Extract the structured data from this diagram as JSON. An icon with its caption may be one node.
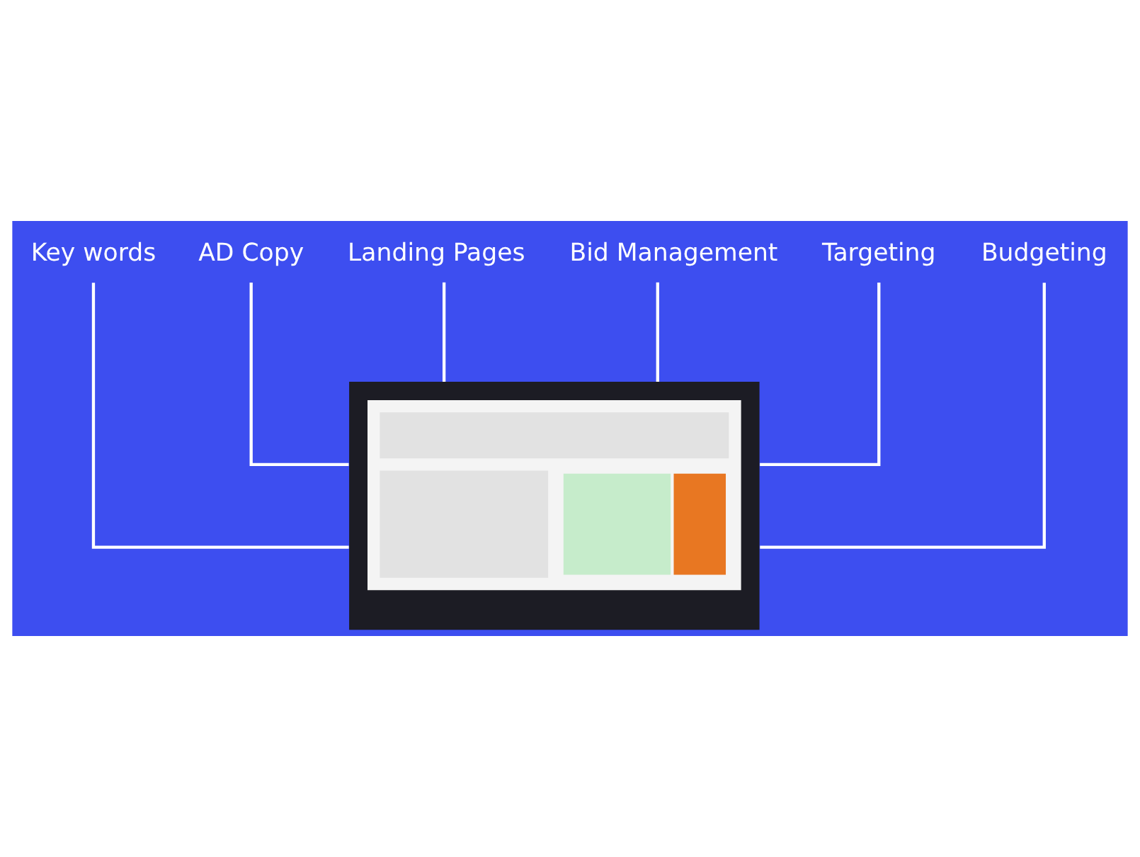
{
  "diagram": {
    "nodes": [
      {
        "text": [
          "Key words"
        ]
      },
      {
        "text": [
          "AD Copy"
        ]
      },
      {
        "text": [
          "Landing Pages"
        ]
      },
      {
        "text": [
          "Bid Management"
        ]
      },
      {
        "text": [
          "Targeting"
        ]
      },
      {
        "text": [
          "Budgeting"
        ]
      },
      {
        "text": [],
        "shape": "picture"
      }
    ],
    "edges": [
      {
        "from": 6,
        "to": 0,
        "arrow": "none"
      },
      {
        "from": 6,
        "to": 1,
        "arrow": "none"
      },
      {
        "from": 6,
        "to": 2,
        "arrow": "none"
      },
      {
        "from": 6,
        "to": 3,
        "arrow": "none"
      },
      {
        "from": 6,
        "to": 4,
        "arrow": "none"
      },
      {
        "from": 6,
        "to": 5,
        "arrow": "none"
      }
    ]
  }
}
